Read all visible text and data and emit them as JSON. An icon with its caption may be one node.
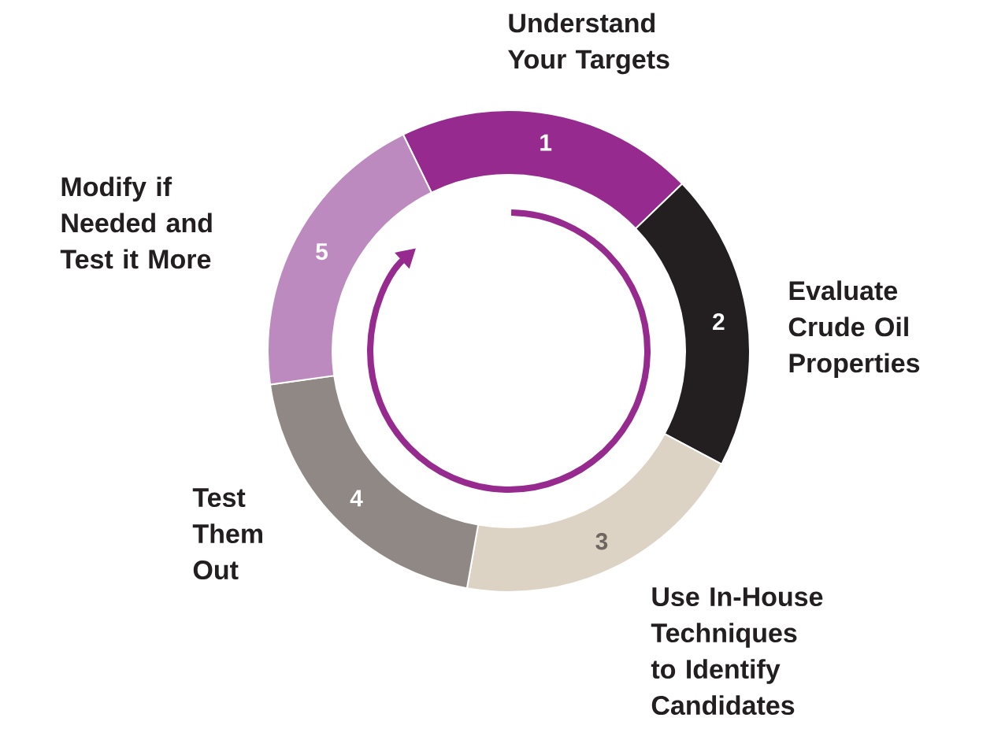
{
  "diagram": {
    "nodes": [
      {
        "text": [
          "1"
        ],
        "beside": [
          "Understand Your Targets"
        ]
      },
      {
        "text": [
          "2"
        ],
        "beside": [
          "Evaluate Crude Oil Properties"
        ]
      },
      {
        "text": [
          "3"
        ],
        "beside": [
          "Use In-House Techniques to Identify Candidates"
        ]
      },
      {
        "text": [
          "4"
        ],
        "beside": [
          "Test Them Out"
        ]
      },
      {
        "text": [
          "5"
        ],
        "beside": [
          "Modify if Needed and Test it More"
        ]
      }
    ]
  }
}
